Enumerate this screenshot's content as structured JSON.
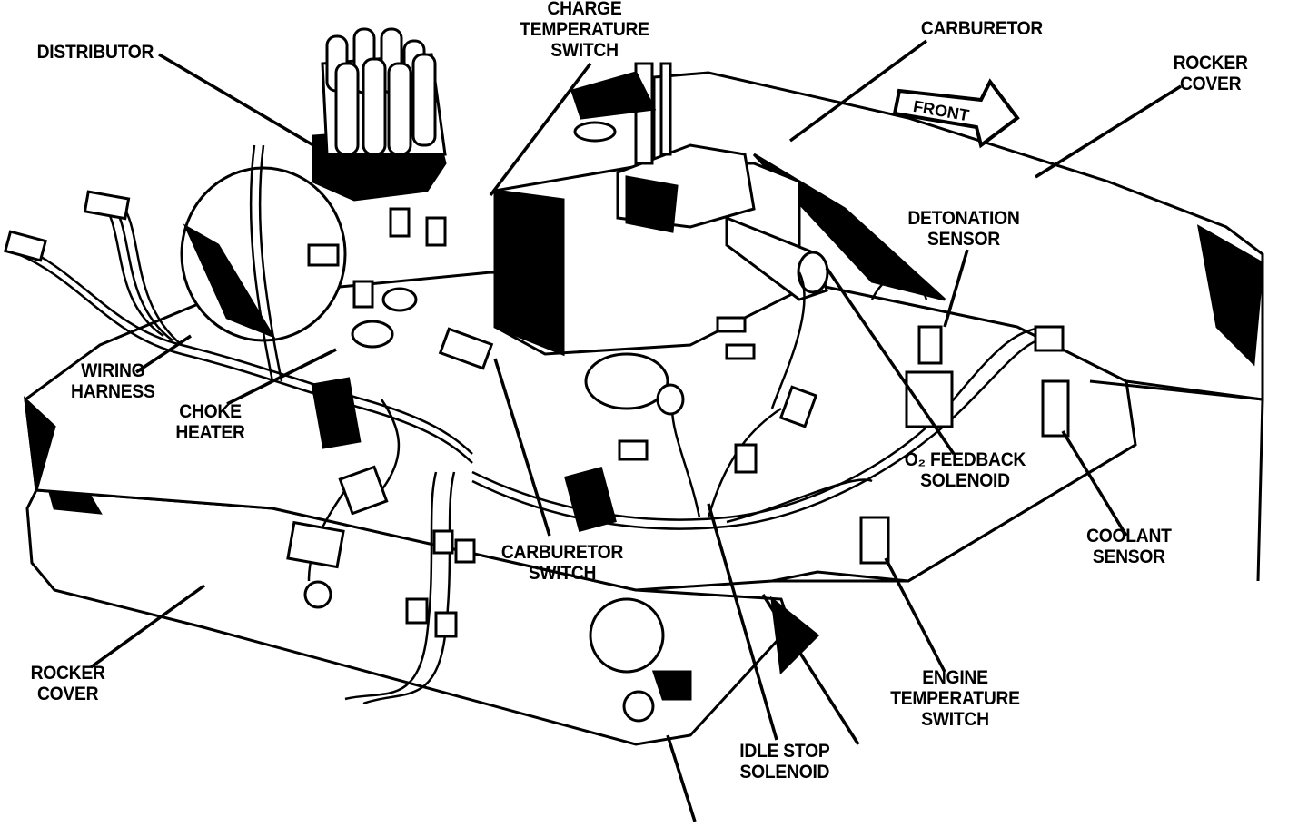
{
  "diagram": {
    "labels": {
      "distributor": [
        "DISTRIBUTOR"
      ],
      "charge_temperature_switch": [
        "CHARGE",
        "TEMPERATURE",
        "SWITCH"
      ],
      "carburetor": [
        "CARBURETOR"
      ],
      "rocker_cover_right": [
        "ROCKER",
        "COVER"
      ],
      "front_arrow": "FRONT",
      "detonation_sensor": [
        "DETONATION",
        "SENSOR"
      ],
      "wiring_harness": [
        "WIRING",
        "HARNESS"
      ],
      "choke_heater": [
        "CHOKE",
        "HEATER"
      ],
      "o2_feedback_solenoid": [
        "O₂ FEEDBACK",
        "SOLENOID"
      ],
      "coolant_sensor": [
        "COOLANT",
        "SENSOR"
      ],
      "carburetor_switch": [
        "CARBURETOR",
        "SWITCH"
      ],
      "rocker_cover_left": [
        "ROCKER",
        "COVER"
      ],
      "engine_temperature_switch": [
        "ENGINE",
        "TEMPERATURE",
        "SWITCH"
      ],
      "idle_stop_solenoid": [
        "IDLE STOP",
        "SOLENOID"
      ]
    }
  }
}
